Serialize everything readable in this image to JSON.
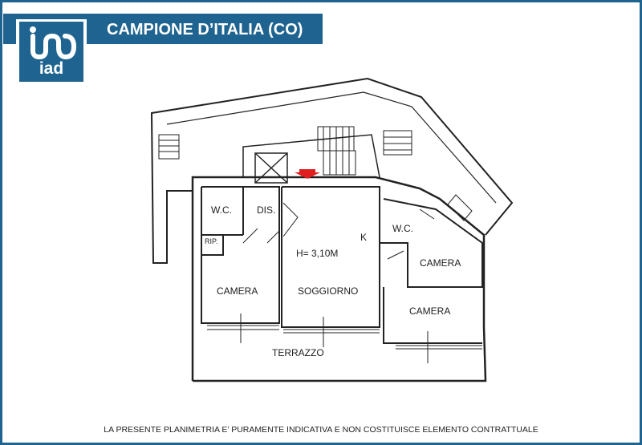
{
  "header": {
    "title": "CAMPIONE D’ITALIA (CO)",
    "logo_text": "iad"
  },
  "plan": {
    "rooms": {
      "wc_left": "W.C.",
      "dis": "DIS.",
      "rip": "RIP.",
      "camera_left": "CAMERA",
      "soggiorno": "SOGGIORNO",
      "height": "H= 3,10M",
      "kitchen": "K",
      "wc_right": "W.C.",
      "camera_right_upper": "CAMERA",
      "camera_right_lower": "CAMERA",
      "terrazzo": "TERRAZZO"
    },
    "entrance_arrow_color": "#e02020"
  },
  "footer": {
    "disclaimer": "LA PRESENTE PLANIMETRIA E’ PURAMENTE INDICATIVA E NON COSTITUISCE ELEMENTO CONTRATTUALE"
  },
  "colors": {
    "brand": "#1f6490"
  }
}
